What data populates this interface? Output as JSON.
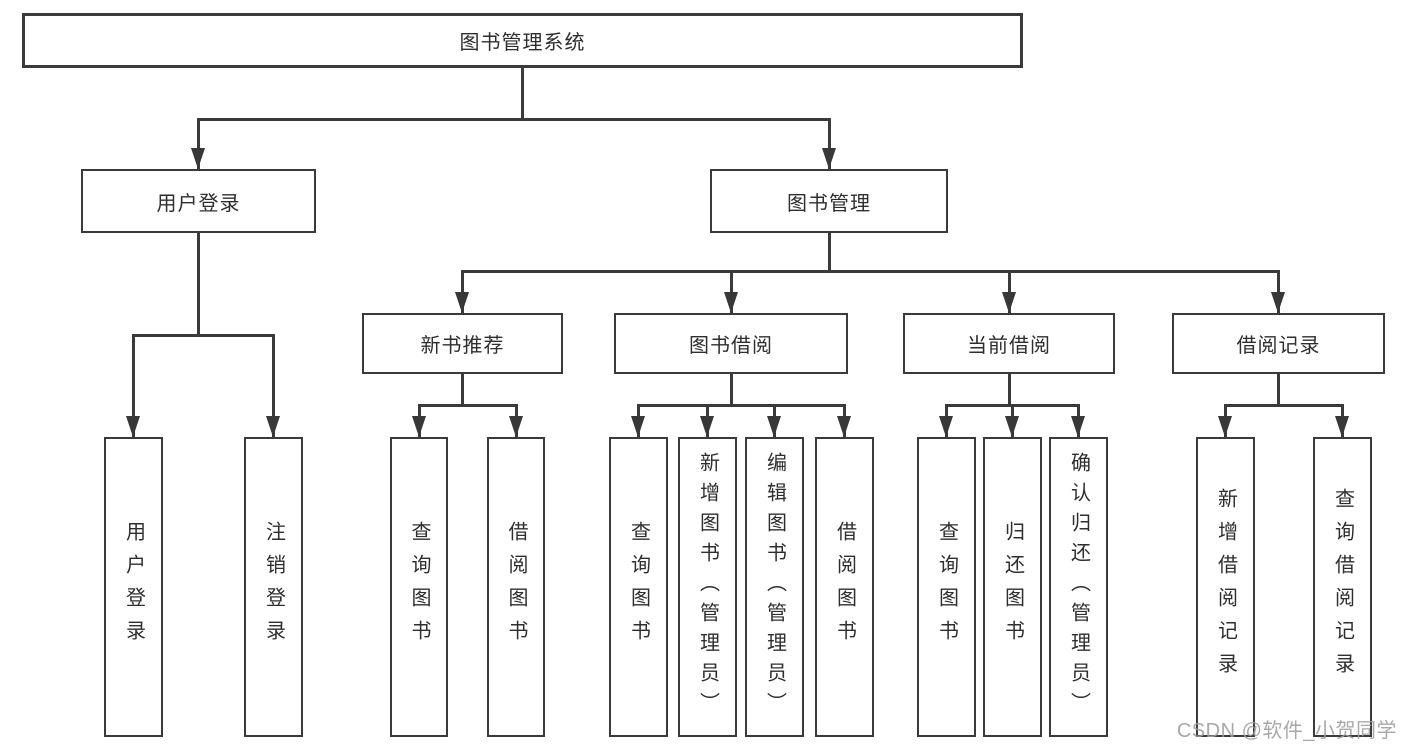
{
  "diagram_title": "图书管理系统",
  "nodes": {
    "root": {
      "label": "图书管理系统"
    },
    "l2": [
      {
        "label": "用户登录"
      },
      {
        "label": "图书管理"
      }
    ],
    "l3": [
      {
        "label": "新书推荐",
        "parent": "图书管理"
      },
      {
        "label": "图书借阅",
        "parent": "图书管理"
      },
      {
        "label": "当前借阅",
        "parent": "图书管理"
      },
      {
        "label": "借阅记录",
        "parent": "图书管理"
      }
    ],
    "leaves": [
      {
        "label": "用户登录",
        "parent": "用户登录"
      },
      {
        "label": "注销登录",
        "parent": "用户登录"
      },
      {
        "label": "查询图书",
        "parent": "新书推荐"
      },
      {
        "label": "借阅图书",
        "parent": "新书推荐"
      },
      {
        "label": "查询图书",
        "parent": "图书借阅"
      },
      {
        "label": "新增图书（管理员）",
        "parent": "图书借阅"
      },
      {
        "label": "编辑图书（管理员）",
        "parent": "图书借阅"
      },
      {
        "label": "借阅图书",
        "parent": "图书借阅"
      },
      {
        "label": "查询图书",
        "parent": "当前借阅"
      },
      {
        "label": "归还图书",
        "parent": "当前借阅"
      },
      {
        "label": "确认归还（管理员）",
        "parent": "当前借阅"
      },
      {
        "label": "新增借阅记录",
        "parent": "借阅记录"
      },
      {
        "label": "查询借阅记录",
        "parent": "借阅记录"
      }
    ]
  },
  "watermark": "CSDN @软件_小贺同学",
  "colors": {
    "line": "#3a3a3a",
    "text": "#2e2e2e",
    "background": "#ffffff",
    "watermark": "#9e9e9e"
  }
}
